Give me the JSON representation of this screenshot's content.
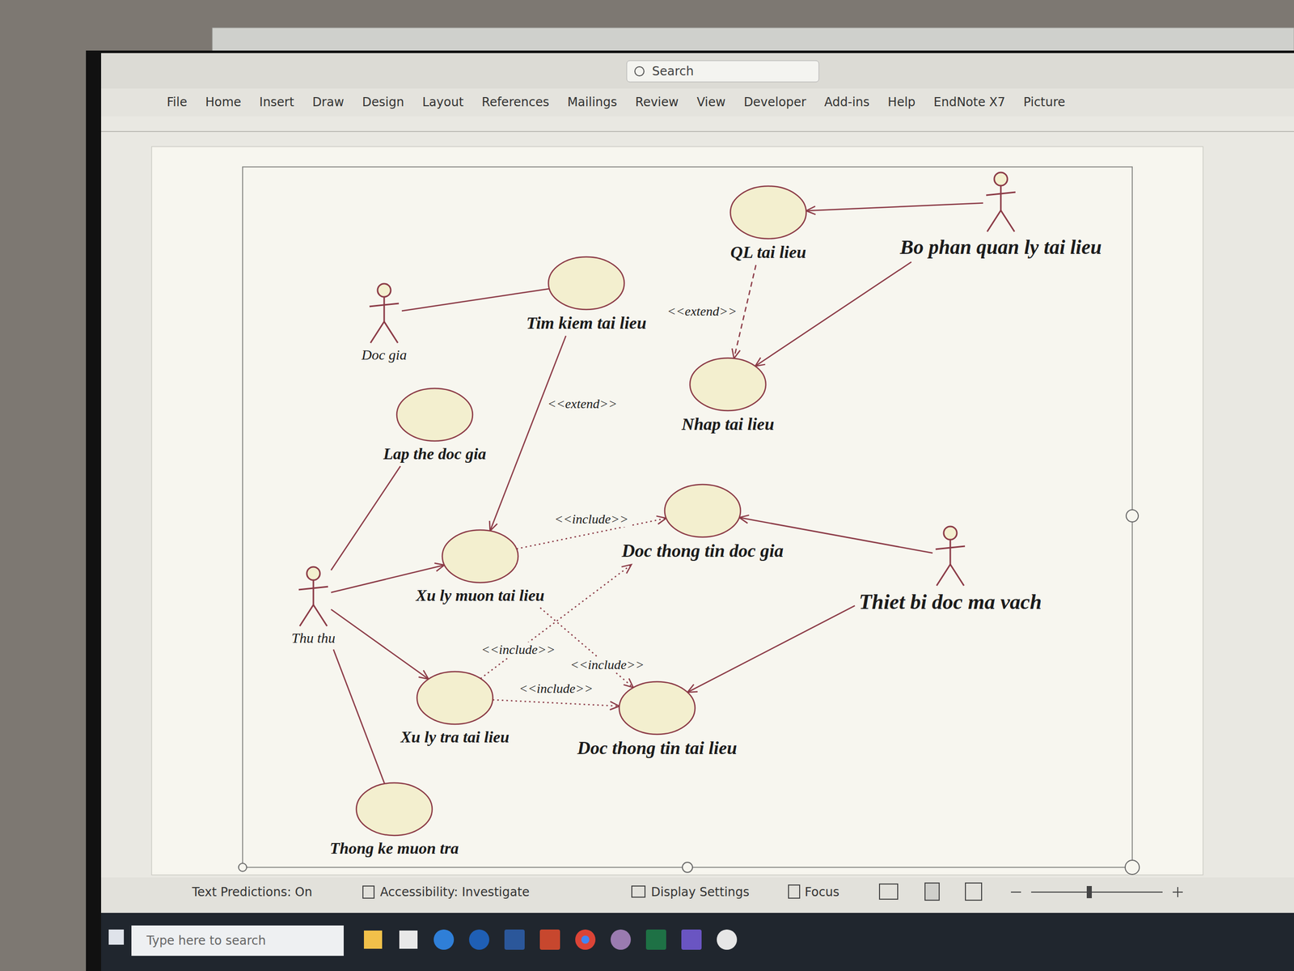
{
  "diagram": {
    "nodes": [
      {
        "text": [
          "QL tai lieu"
        ]
      },
      {
        "text": [
          "Bo phan quan ly tai lieu"
        ]
      },
      {
        "text": [
          "Tim kiem tai lieu"
        ]
      },
      {
        "text": [
          "Doc gia"
        ]
      },
      {
        "text": [
          "Nhap tai lieu"
        ]
      },
      {
        "text": [
          "Lap the doc gia"
        ]
      },
      {
        "text": [
          "Doc thong tin doc gia"
        ]
      },
      {
        "text": [
          "Xu ly muon tai lieu"
        ]
      },
      {
        "text": [
          "Thiet bi doc ma vach"
        ]
      },
      {
        "text": [
          "Thu thu"
        ]
      },
      {
        "text": [
          "Xu ly tra tai lieu"
        ]
      },
      {
        "text": [
          "Doc thong tin tai lieu"
        ]
      },
      {
        "text": [
          "Thong ke muon tra"
        ]
      }
    ],
    "edges": [
      {
        "from": 3,
        "to": 2,
        "arrow": "none"
      },
      {
        "from": 1,
        "to": 0,
        "arrow": "to"
      },
      {
        "from": 1,
        "to": 4,
        "arrow": "to"
      },
      {
        "from": 0,
        "to": 4,
        "label": "<<extend>>",
        "arrow": "to"
      },
      {
        "from": 2,
        "to": 7,
        "label": "<<extend>>",
        "arrow": "to"
      },
      {
        "from": 9,
        "to": 5,
        "arrow": "none"
      },
      {
        "from": 9,
        "to": 7,
        "arrow": "to"
      },
      {
        "from": 9,
        "to": 10,
        "arrow": "to"
      },
      {
        "from": 9,
        "to": 12,
        "arrow": "none"
      },
      {
        "from": 7,
        "to": 6,
        "label": "<<include>>",
        "arrow": "to"
      },
      {
        "from": 7,
        "to": 11,
        "label": "<<include>>",
        "arrow": "to"
      },
      {
        "from": 10,
        "to": 6,
        "label": "<<include>>",
        "arrow": "to"
      },
      {
        "from": 10,
        "to": 11,
        "label": "<<include>>",
        "arrow": "to"
      },
      {
        "from": 8,
        "to": 6,
        "arrow": "to"
      },
      {
        "from": 8,
        "to": 11,
        "arrow": "to"
      }
    ],
    "labels": [
      "File",
      "Home",
      "Insert",
      "Draw",
      "Design",
      "Layout",
      "References",
      "Mailings",
      "Review",
      "View",
      "Developer",
      "Add-ins",
      "Help",
      "EndNote X7",
      "Picture",
      "Search",
      "Text Predictions: On",
      "Accessibility: Investigate",
      "Display Settings",
      "Focus",
      "Type here to search"
    ]
  }
}
